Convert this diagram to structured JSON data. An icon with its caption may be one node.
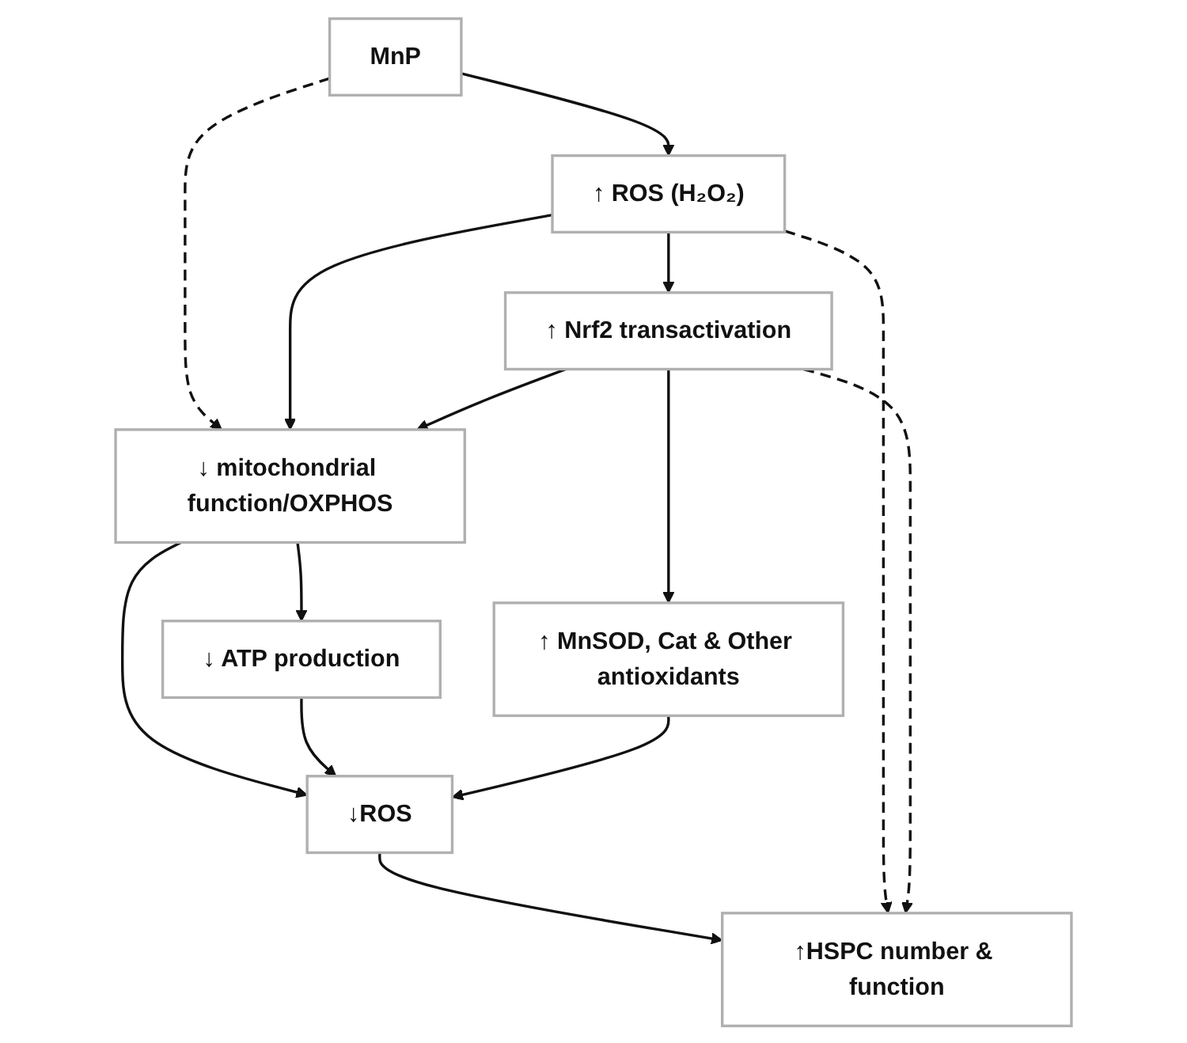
{
  "diagram": {
    "nodes": [
      {
        "text": [
          "MnP"
        ]
      },
      {
        "text": [
          "↑ ROS (H₂O₂)"
        ]
      },
      {
        "text": [
          "↓ mitochondrial function/OXPHOS"
        ]
      },
      {
        "text": [
          "↑ Nrf2 transactivation"
        ]
      },
      {
        "text": [
          "↓ ATP production"
        ]
      },
      {
        "text": [
          "↑ MnSOD, Cat & Other antioxidants"
        ]
      },
      {
        "text": [
          "↓ROS"
        ]
      },
      {
        "text": [
          "↑HSPC number & function"
        ]
      }
    ],
    "edges": [
      {
        "from": 0,
        "to": 1,
        "arrow": "to"
      },
      {
        "from": 0,
        "to": 2,
        "arrow": "to",
        "style": "dashed"
      },
      {
        "from": 1,
        "to": 2,
        "arrow": "to"
      },
      {
        "from": 1,
        "to": 3,
        "arrow": "to"
      },
      {
        "from": 3,
        "to": 2,
        "arrow": "to"
      },
      {
        "from": 2,
        "to": 4,
        "arrow": "to"
      },
      {
        "from": 2,
        "to": 6,
        "arrow": "to"
      },
      {
        "from": 3,
        "to": 5,
        "arrow": "to"
      },
      {
        "from": 4,
        "to": 6,
        "arrow": "to"
      },
      {
        "from": 5,
        "to": 6,
        "arrow": "to"
      },
      {
        "from": 6,
        "to": 7,
        "arrow": "to"
      },
      {
        "from": 1,
        "to": 7,
        "arrow": "to",
        "style": "dashed"
      },
      {
        "from": 3,
        "to": 7,
        "arrow": "to",
        "style": "dashed"
      }
    ]
  }
}
